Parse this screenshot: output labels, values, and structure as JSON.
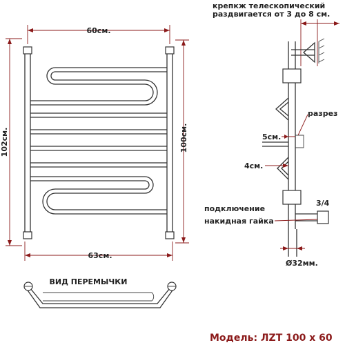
{
  "labels": {
    "top_width": "60см.",
    "bottom_width": "63см.",
    "left_height": "102см.",
    "right_height": "100см.",
    "bridge_view": "ВИД ПЕРЕМЫЧКИ",
    "telescopic_1": "крепкж телескопический",
    "telescopic_2": "раздвигается от 3 до 8 см.",
    "cut": "разрез",
    "gap_5": "5см.",
    "gap_4": "4см.",
    "thread": "3/4",
    "connect_1": "подключение",
    "connect_2": "накидная гайка",
    "diameter": "Ø32мм.",
    "model": "Модель: ЛZT 100 x 60"
  },
  "colors": {
    "annotation": "#8b1a1a",
    "line": "#333333",
    "background": "#ffffff"
  }
}
